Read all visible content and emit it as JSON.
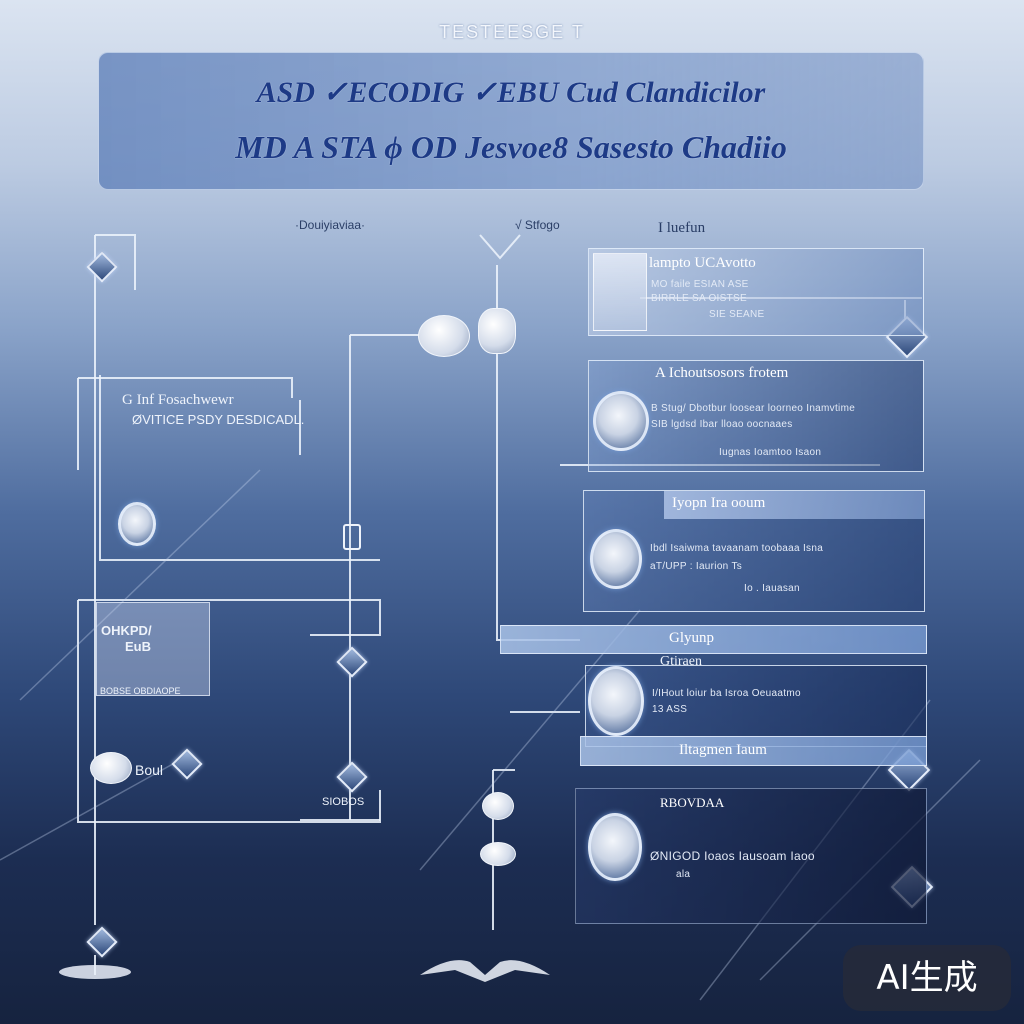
{
  "header": {
    "title": "TESTEESGE T"
  },
  "banner": {
    "line1": "ASD  ✓ECODIG  ✓EBU  Cud Clandicilor",
    "line2": "MD A STA  ϕ  OD Jesvoe8  Sasesto Chadiio"
  },
  "labels": {
    "top_left": "·Douiyiaviaa·",
    "top_center": "√ Stfogo",
    "top_right": "I luefun"
  },
  "left_panel": {
    "title": "G Inf Fosachwewr",
    "subtitle": "ØVITICE PSDY DESDICADL."
  },
  "left_lower": {
    "title": "OHKPD/",
    "title2": "EuB",
    "caption": "BOBSE OBDIAOPE"
  },
  "left_bottom": {
    "label": "Boul"
  },
  "center_bottom": {
    "label": "SIOBOS"
  },
  "cards": [
    {
      "title": "lampto UCAvotto",
      "lines": [
        "MO faile ESIAN ASE",
        "BIRRLE SA OISTSE",
        "SIE SEANE"
      ]
    },
    {
      "title": "A Ichoutsosors frotem",
      "lines": [
        "B Stug/ Dbotbur loosear loorneo Inamvtime",
        "SIB lgdsd Ibar lloao oocnaaes",
        "Iugnas Ioamtoo Isaon"
      ]
    },
    {
      "title": "Iyopn Ira ooum",
      "lines": [
        "Ibdl Isaiwma tavaanam toobaaa Isna",
        "aT/UPP : Iaurion Ts",
        "Io . Iauasan"
      ]
    },
    {
      "title": "Glyunp",
      "subtitle": "Gtiraen",
      "lines": [
        "I/IHout loiur ba Isroa Oeuaatmo",
        "13 ASS"
      ]
    },
    {
      "title": "Iltagmen Iaum"
    },
    {
      "title": "RBOVDAA",
      "lines": [
        "ØNIGOD  Ioaos Iausoam Iaoo",
        "ala"
      ]
    }
  ],
  "watermark": "AI生成",
  "colors": {
    "banner_text": "#1d3a86",
    "line": "#eaf0fb",
    "panel": "#6f8fc0"
  }
}
